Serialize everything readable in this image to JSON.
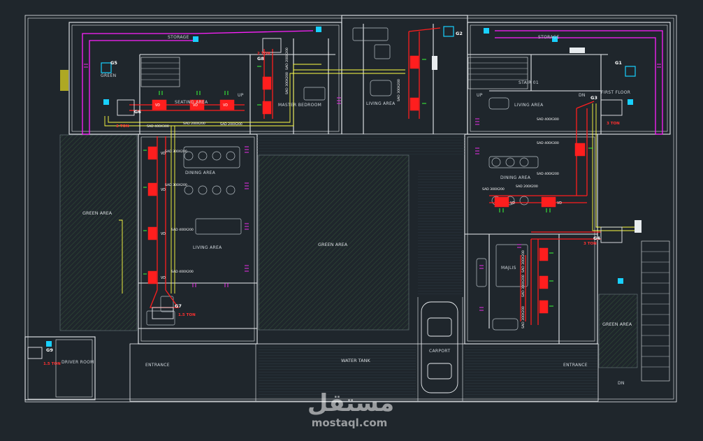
{
  "rooms": {
    "storage_left": "STORAGE",
    "storage_right": "STORAGE",
    "green_small_left": "GREEN",
    "seating_area": "SEATING AREA",
    "master_bedroom": "MASTER BEDROOM",
    "living_area_top": "LIVING AREA",
    "living_area_right": "LIVING AREA",
    "stair": "STAIR 01",
    "first_floor": "FIRST FLOOR",
    "dining_area_left": "DINING AREA",
    "living_area_left": "LIVING AREA",
    "green_area_left": "GREEN AREA",
    "green_area_center": "GREEN AREA",
    "dining_area_right": "DINING AREA",
    "majlis": "MAJLIS",
    "green_area_right": "GREEN AREA",
    "driver_room": "DRIVER ROOM",
    "entrance_left": "ENTRANCE",
    "entrance_right": "ENTRANCE",
    "water_tank": "WATER TANK",
    "carport": "CARPORT",
    "up_left": "UP",
    "up_right": "UP",
    "dn_top": "DN",
    "dn_bottom": "DN"
  },
  "units": {
    "g1": "G1",
    "g2": "G2",
    "g3": "G3",
    "g4": "G4",
    "g5": "G5",
    "g6": "G6",
    "g7": "G7",
    "g8": "G8",
    "g9": "G9"
  },
  "ducts": {
    "sad_400x300_a": "SAD 400X300",
    "sad_200x200_a": "SAD 200X200",
    "sad_200x200_b": "SAD 200X200",
    "sad_300x200_a": "SAD 300X200",
    "sad_300x200_b": "SAD 300X200",
    "sad_400x200_a": "SAD 400X200",
    "sad_400x200_b": "SAD 400X200",
    "sad_400x300_r1": "SAD 400X300",
    "sad_400x300_r2": "SAD 400X300",
    "sad_400x200_r": "SAD 400X200",
    "sad_300x200_r": "SAD 300X200",
    "sad_200x200_r": "SAD 200X200",
    "sad_300x200_v1": "SAD 300X200",
    "sad_300x200_v2": "SAD 300X200",
    "sad_200x200_v": "SAD 200X200",
    "sad_300x200_m1": "SAD 300X200",
    "sad_300x200_m2": "SAD 300X200",
    "sad_300x200_m3": "SAD 300X200"
  },
  "vd_label": "VD",
  "tags": {
    "tons": "3 TON",
    "a": "2 TON",
    "b": "1.5 TON"
  },
  "watermark": {
    "arabic": "مستقل",
    "latin": "mostaql.com"
  },
  "colors": {
    "background": "#1f262c",
    "walls": "#e8ecef",
    "supply_duct": "#ff1e1e",
    "return_duct": "#ff20ff",
    "drain_pipe": "#ffff44",
    "diffuser": "#39ff39",
    "unit": "#18d0ff"
  }
}
